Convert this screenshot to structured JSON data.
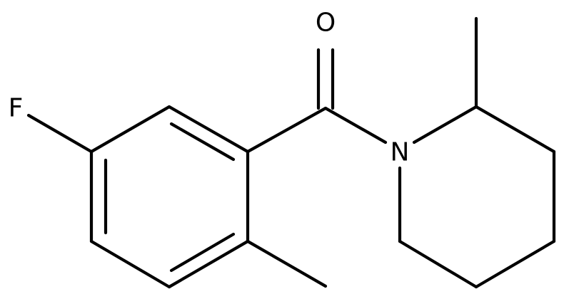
{
  "molecule": {
    "atoms": [
      {
        "id": "O",
        "label": "O"
      },
      {
        "id": "F",
        "label": "F"
      },
      {
        "id": "N",
        "label": "N"
      }
    ]
  },
  "colors": {
    "bond": "#000000",
    "label": "#000000",
    "background": "#ffffff"
  }
}
